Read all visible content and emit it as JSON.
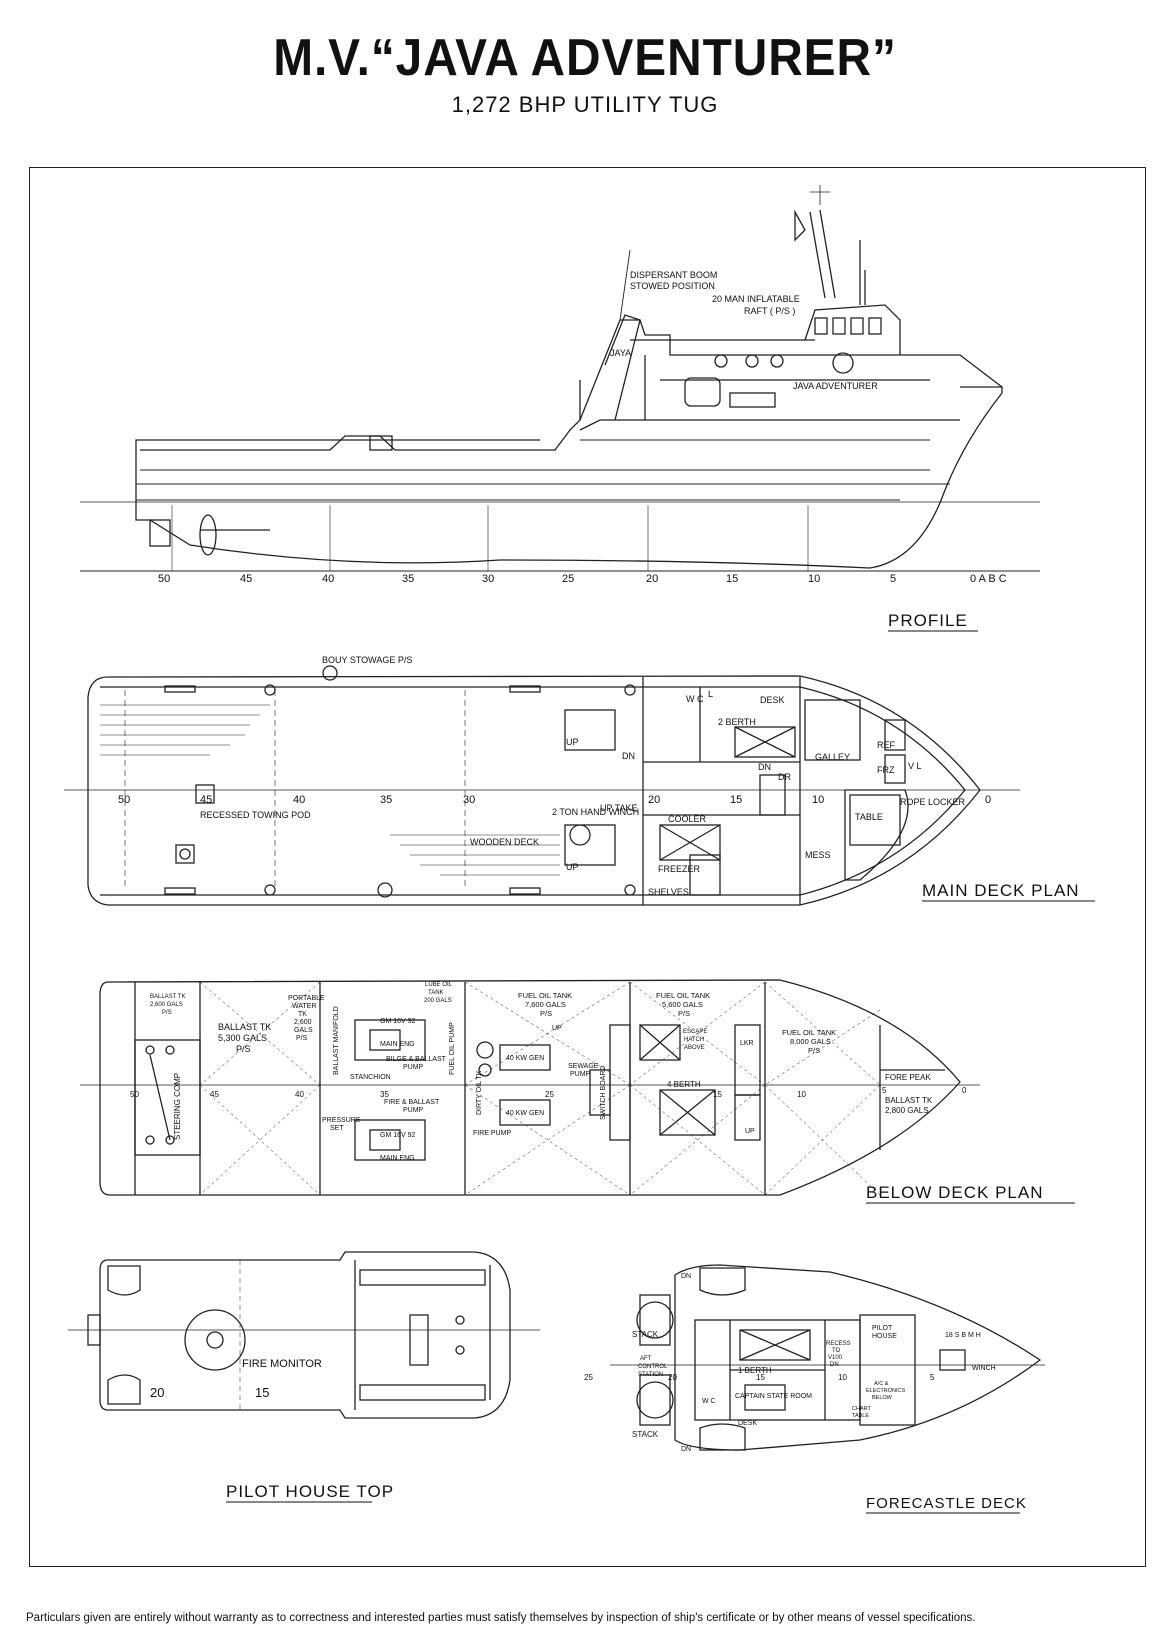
{
  "header": {
    "title": "M.V.“JAVA ADVENTURER”",
    "subtitle": "1,272 BHP UTILITY TUG"
  },
  "sections": {
    "profile": "PROFILE",
    "main_deck": "MAIN DECK PLAN",
    "below_deck": "BELOW DECK PLAN",
    "pilot_house_top": "PILOT HOUSE TOP",
    "forecastle": "FORECASTLE DECK"
  },
  "profile": {
    "frames": [
      "50",
      "45",
      "40",
      "35",
      "30",
      "25",
      "20",
      "15",
      "10",
      "5",
      "0 A B C"
    ],
    "labels": {
      "boom": "DISPERSANT BOOM",
      "boom2": "STOWED POSITION",
      "raft": "20 MAN INFLATABLE",
      "raft2": "RAFT ( P/S )",
      "funnel": "JAYA",
      "name": "JAVA ADVENTURER"
    }
  },
  "main_deck": {
    "frames": [
      "50",
      "45",
      "40",
      "35",
      "30",
      "20",
      "15",
      "10",
      "0"
    ],
    "labels": {
      "bouy": "BOUY STOWAGE P/S",
      "towing": "RECESSED TOWING POD",
      "winch": "2 TON HAND WINCH",
      "wooden": "WOODEN DECK",
      "wc": "W C",
      "l1": "L",
      "desk": "DESK",
      "berth": "2 BERTH",
      "up1": "UP",
      "dn1": "DN",
      "galley": "GALLEY",
      "ref": "REF",
      "frz": "FRZ",
      "vl": "V L",
      "dn2": "DN",
      "dr": "DR",
      "rope": "ROPE LOCKER",
      "table": "TABLE",
      "mess": "MESS",
      "uptake": "UP TAKE",
      "up2": "UP",
      "cooler": "COOLER",
      "freezer": "FREEZER",
      "shelves": "SHELVES"
    }
  },
  "below_deck": {
    "frames": [
      "50",
      "45",
      "40",
      "35",
      "25",
      "15",
      "10",
      "5",
      "0"
    ],
    "labels": {
      "ballast_s": "BALLAST TK",
      "ballast_s2": "2,600 GALS",
      "ballast_s3": "P/S",
      "steering": "STEERING COMP",
      "ballast_m": "BALLAST TK",
      "ballast_m2": "5,300 GALS",
      "ballast_m3": "P/S",
      "potable": "PORTABLE",
      "potable2": "WATER",
      "potable3": "TK",
      "potable4": "2,600",
      "potable5": "GALS",
      "potable6": "P/S",
      "manifold": "BALLAST MANIFOLD",
      "lube": "LUBE OIL",
      "lube2": "TANK",
      "lube3": "200 GALS",
      "main_eng1": "MAIN ENG",
      "gm1": "GM 16V  92",
      "main_eng2": "MAIN ENG",
      "gm2": "GM 16V  92",
      "bilge": "BILGE & BALLAST",
      "bilge2": "PUMP",
      "stanchion": "STANCHION",
      "fireball": "FIRE & BALLAST",
      "fireball2": "PUMP",
      "pressure": "PRESSURE",
      "pressure2": "SET",
      "fuelpump": "FUEL OIL PUMP",
      "dirty": "DIRTY OIL TK",
      "gen1": "40 KW GEN",
      "gen2": "40 KW GEN",
      "firepump": "FIRE PUMP",
      "fuel1": "FUEL OIL TANK",
      "fuel1b": "7,600 GALS",
      "fuel1c": "P/S",
      "up": "UP",
      "sewage": "SEWAGE",
      "sewage2": "PUMP",
      "switch": "SWITCH BOARD",
      "fuel2": "FUEL OIL TANK",
      "fuel2b": "5,600 GALS",
      "fuel2c": "P/S",
      "escape": "ESCAPE",
      "escape2": "HATCH",
      "escape3": "ABOVE",
      "lkr": "LKR",
      "berth4": "4 BERTH",
      "up2": "UP",
      "fuel3": "FUEL OIL TANK",
      "fuel3b": "8,000 GALS",
      "fuel3c": "P/S",
      "forepeak": "FORE PEAK",
      "ballast_f": "BALLAST TK",
      "ballast_f2": "2,800 GALS"
    }
  },
  "pilot_house_top": {
    "frames": [
      "20",
      "15"
    ],
    "labels": {
      "fire": "FIRE MONITOR"
    }
  },
  "forecastle": {
    "frames": [
      "25",
      "20",
      "15",
      "10",
      "5"
    ],
    "labels": {
      "dn": "DN",
      "stack1": "STACK",
      "stack2": "STACK",
      "aft": "AFT",
      "aft2": "CONTROL",
      "aft3": "STATION",
      "berth1": "1 BERTH",
      "captain": "CAPTAIN STATE ROOM",
      "wc": "W C",
      "desk": "DESK",
      "recess": "RECESS",
      "recess2": "TO",
      "recess3": "V100",
      "recess4": "DN",
      "pilot": "PILOT",
      "pilot2": "HOUSE",
      "ac": "A/C &",
      "ac2": "ELECTRONICS",
      "ac3": "BELOW",
      "chart": "CHART",
      "chart2": "TABLE",
      "winch": "WINCH",
      "smh": "18 S B M H",
      "dn2": "DN"
    }
  },
  "footer": "Particulars given are entirely without warranty as to correctness and interested parties must satisfy themselves by inspection of ship's certificate or by other means of vessel specifications."
}
